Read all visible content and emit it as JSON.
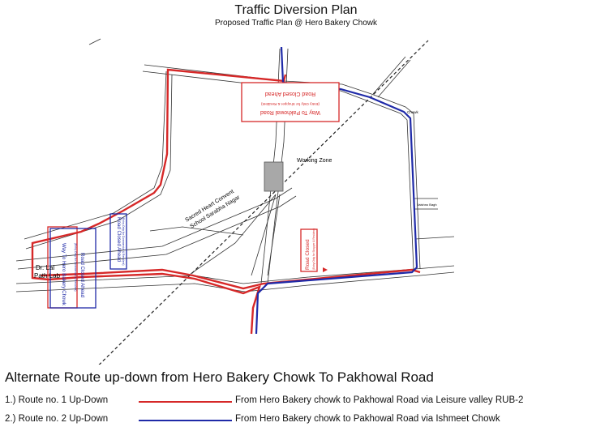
{
  "header": {
    "title": "Traffic Diversion Plan",
    "subtitle": "Proposed Traffic Plan @ Hero Bakery Chowk"
  },
  "map": {
    "labels": {
      "working_zone": "Working Zone",
      "school_line1": "Sacred Heart Convent",
      "school_line2": "School Sarabha Nagar",
      "dr_lal": "Dr. Lal",
      "path_lab": "Path Lab",
      "chowk": "Chowk",
      "vaishno": "Vaishno Bagh"
    },
    "signs": {
      "top": {
        "line1": "Way To Pakhowal Road",
        "line2": "(Entry Only for Shopper & Resident)",
        "line3": "Road Closed Ahead"
      },
      "mid": {
        "text": "Road Closed",
        "sub": "(Entry Only for Shopper & Resident)"
      },
      "left_red": {
        "line1": "Road Closed Ahead",
        "line2": "(Entry Only for Commercial & Resident)"
      },
      "left_blue_a": {
        "line1": "Way To Hero Bakery Chowk",
        "line2": "Road Closed Ahead"
      },
      "left_blue_b": {
        "line1": "Road Closed Ahead",
        "line2": "(Entry Only for Commercial & Resident)"
      }
    },
    "colors": {
      "route1": "#d62828",
      "route2": "#1f2aa8",
      "road": "#333333",
      "zone": "#a8a8a8"
    }
  },
  "legend": {
    "heading": "Alternate Route up-down from Hero Bakery Chowk  To Pakhowal Road",
    "routes": [
      {
        "number": "1.) Route no. 1 Up-Down",
        "description": "From Hero Bakery chowk to Pakhowal Road via Leisure valley RUB-2",
        "color": "#d62828"
      },
      {
        "number": "2.) Route no. 2 Up-Down",
        "description": "From Hero Bakery chowk to Pakhowal Road via Ishmeet Chowk",
        "color": "#1f2aa8"
      }
    ]
  }
}
